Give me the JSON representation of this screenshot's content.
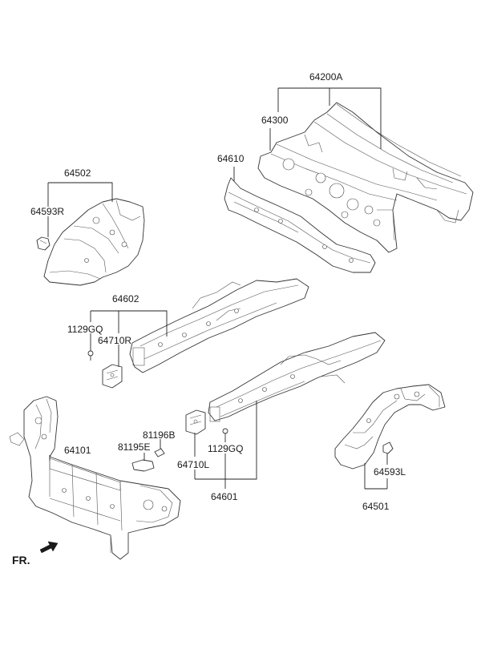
{
  "labels": {
    "p64200A": "64200A",
    "p64300": "64300",
    "p64610": "64610",
    "p64502": "64502",
    "p64593R": "64593R",
    "p64602": "64602",
    "p1129GQ_top": "1129GQ",
    "p64710R": "64710R",
    "p81196B": "81196B",
    "p81195E": "81195E",
    "p64101": "64101",
    "p1129GQ_bottom": "1129GQ",
    "p64710L": "64710L",
    "p64601": "64601",
    "p64593L": "64593L",
    "p64501": "64501",
    "front_indicator": "FR."
  }
}
